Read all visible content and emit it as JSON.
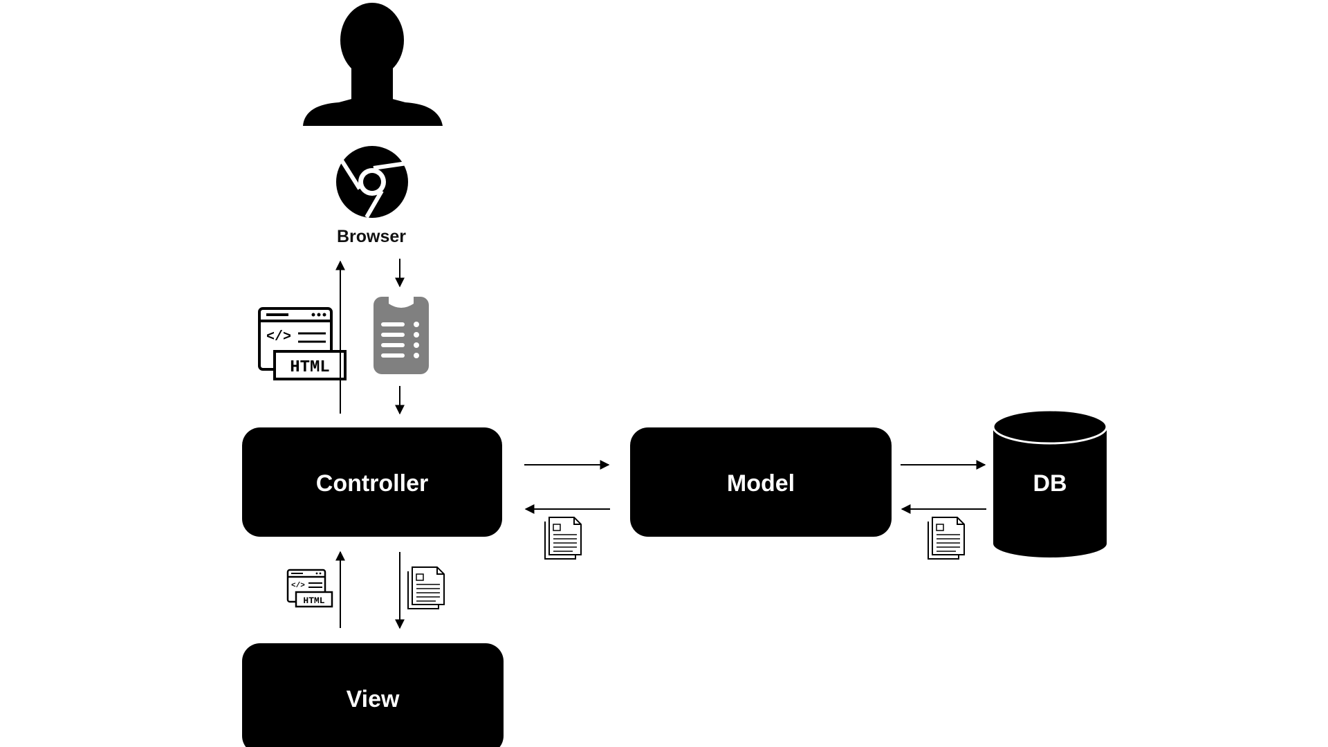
{
  "diagram": {
    "browser": {
      "label": "Browser",
      "icon": "chrome-browser-icon"
    },
    "user": {
      "icon": "user-silhouette-icon"
    },
    "nodes": {
      "controller": {
        "label": "Controller"
      },
      "model": {
        "label": "Model"
      },
      "view": {
        "label": "View"
      },
      "db": {
        "label": "DB"
      }
    },
    "icons": {
      "html_large": {
        "icon": "html-code-icon",
        "text": "HTML"
      },
      "html_small": {
        "icon": "html-code-icon",
        "text": "HTML"
      },
      "request": {
        "icon": "request-clipboard-icon"
      },
      "document": {
        "icon": "document-icon"
      }
    },
    "colors": {
      "box": "#000000",
      "label": "#ffffff",
      "clipboard": "#808080"
    }
  }
}
